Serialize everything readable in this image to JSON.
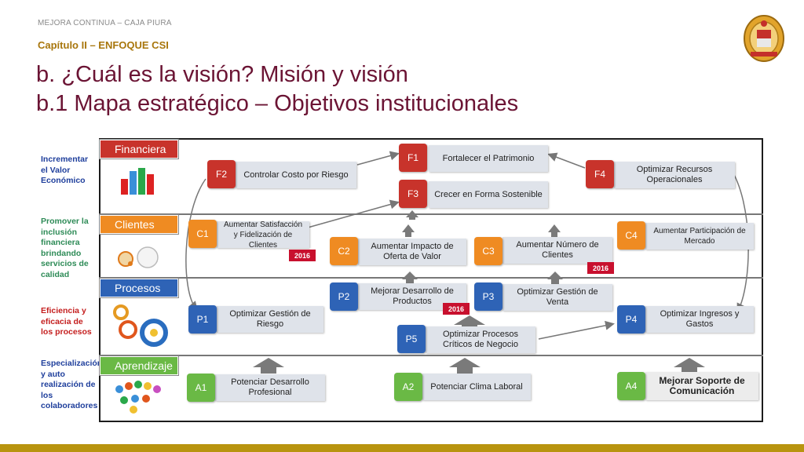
{
  "header": {
    "top_label": "MEJORA CONTINUA – CAJA PIURA",
    "chapter": "Capítulo II – ENFOQUE CSI",
    "title_line1": "b. ¿Cuál es la visión? Misión y visión",
    "title_line2": "b.1 Mapa estratégico – Objetivos institucionales"
  },
  "side_labels": {
    "financiera": "Incrementar el Valor Económico",
    "clientes": "Promover la inclusión financiera brindando servicios de calidad",
    "procesos": "Eficiencia y eficacia de los procesos",
    "aprendizaje": "Especialización y auto realización de los colaboradores"
  },
  "perspectives": {
    "financiera": "Financiera",
    "clientes": "Clientes",
    "procesos": "Procesos",
    "aprendizaje": "Aprendizaje"
  },
  "objectives": {
    "F1": {
      "code": "F1",
      "label": "Fortalecer el Patrimonio"
    },
    "F2": {
      "code": "F2",
      "label": "Controlar Costo por Riesgo"
    },
    "F3": {
      "code": "F3",
      "label": "Crecer en Forma Sostenible"
    },
    "F4": {
      "code": "F4",
      "label": "Optimizar Recursos Operacionales"
    },
    "C1": {
      "code": "C1",
      "label": "Aumentar Satisfacción y Fidelización de Clientes"
    },
    "C2": {
      "code": "C2",
      "label": "Aumentar Impacto de Oferta de Valor"
    },
    "C3": {
      "code": "C3",
      "label": "Aumentar Número de Clientes"
    },
    "C4": {
      "code": "C4",
      "label": "Aumentar Participación de Mercado"
    },
    "P1": {
      "code": "P1",
      "label": "Optimizar Gestión de Riesgo"
    },
    "P2": {
      "code": "P2",
      "label": "Mejorar Desarrollo de Productos"
    },
    "P3": {
      "code": "P3",
      "label": "Optimizar Gestión de Venta"
    },
    "P4": {
      "code": "P4",
      "label": "Optimizar Ingresos y Gastos"
    },
    "P5": {
      "code": "P5",
      "label": "Optimizar Procesos Críticos de Negocio"
    },
    "A1": {
      "code": "A1",
      "label": "Potenciar Desarrollo Profesional"
    },
    "A2": {
      "code": "A2",
      "label": "Potenciar Clima Laboral"
    },
    "A4": {
      "code": "A4",
      "label": "Mejorar Soporte de Comunicación"
    }
  },
  "year_tag": "2016",
  "colors": {
    "financiera": "#c8332b",
    "clientes": "#ef8b22",
    "procesos": "#2e63b6",
    "aprendizaje": "#6ab945",
    "title": "#6b1434",
    "accent_bar": "#b8940f"
  }
}
